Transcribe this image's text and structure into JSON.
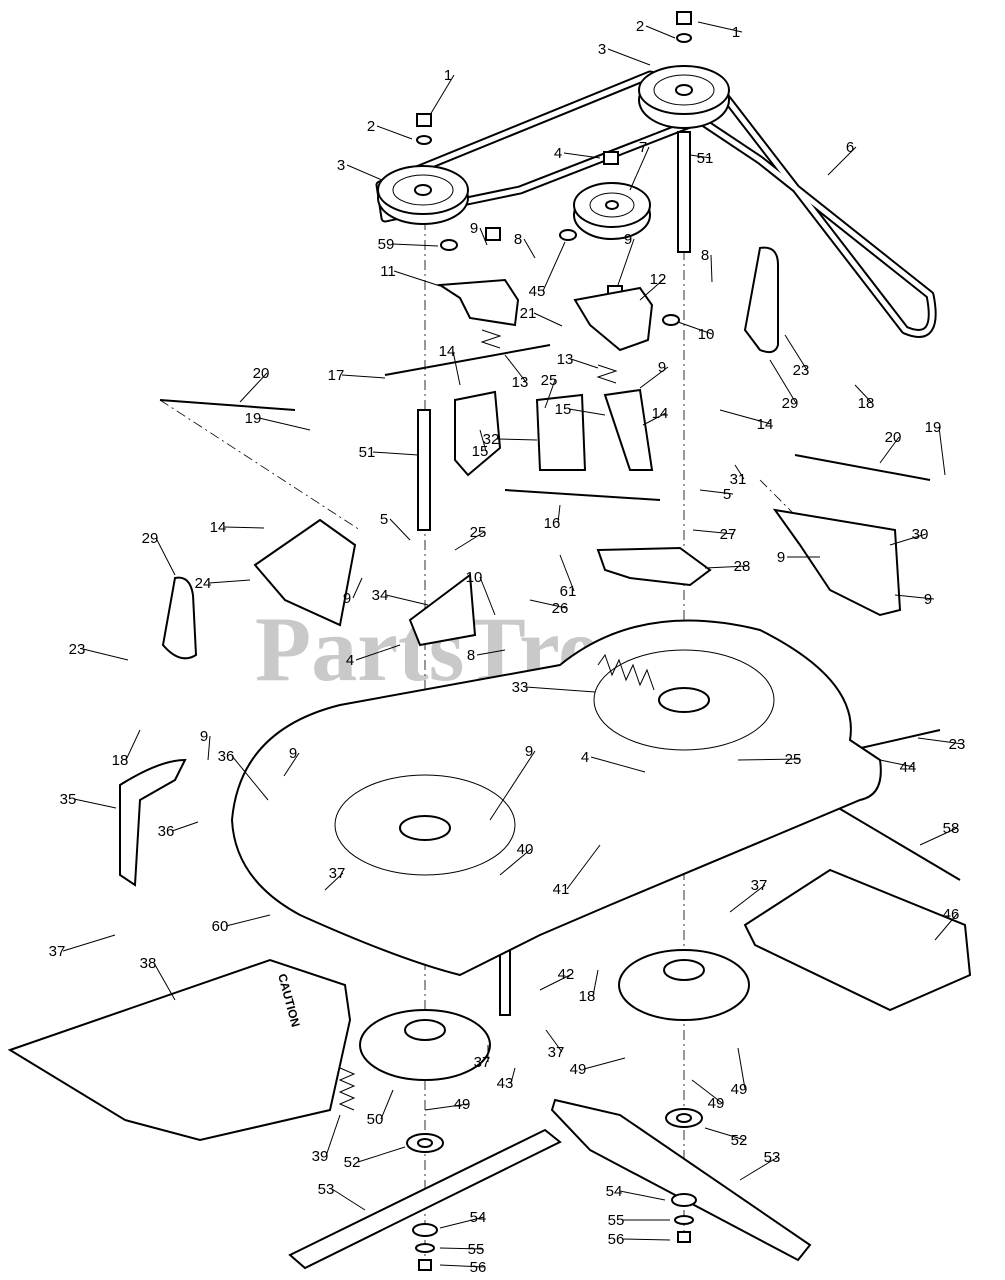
{
  "watermark": "PartsTree",
  "caution_text": "CAUTION",
  "callouts": [
    {
      "id": "c1a",
      "text": "1"
    },
    {
      "id": "c2a",
      "text": "2"
    },
    {
      "id": "c3a",
      "text": "3"
    },
    {
      "id": "c1b",
      "text": "1"
    },
    {
      "id": "c2b",
      "text": "2"
    },
    {
      "id": "c3b",
      "text": "3"
    },
    {
      "id": "c4a",
      "text": "4"
    },
    {
      "id": "c7",
      "text": "7"
    },
    {
      "id": "c51a",
      "text": "51"
    },
    {
      "id": "c6",
      "text": "6"
    },
    {
      "id": "c59",
      "text": "59"
    },
    {
      "id": "c9a",
      "text": "9"
    },
    {
      "id": "c8a",
      "text": "8"
    },
    {
      "id": "c11",
      "text": "11"
    },
    {
      "id": "c45",
      "text": "45"
    },
    {
      "id": "c9b",
      "text": "9"
    },
    {
      "id": "c12",
      "text": "12"
    },
    {
      "id": "c8b",
      "text": "8"
    },
    {
      "id": "c21",
      "text": "21"
    },
    {
      "id": "c10a",
      "text": "10"
    },
    {
      "id": "c23a",
      "text": "23"
    },
    {
      "id": "c18a",
      "text": "18"
    },
    {
      "id": "c20a",
      "text": "20"
    },
    {
      "id": "c17",
      "text": "17"
    },
    {
      "id": "c13a",
      "text": "13"
    },
    {
      "id": "c14a",
      "text": "14"
    },
    {
      "id": "c13b",
      "text": "13"
    },
    {
      "id": "c9c",
      "text": "9"
    },
    {
      "id": "c29a",
      "text": "29"
    },
    {
      "id": "c25a",
      "text": "25"
    },
    {
      "id": "c19a",
      "text": "19"
    },
    {
      "id": "c15a",
      "text": "15"
    },
    {
      "id": "c15b",
      "text": "15"
    },
    {
      "id": "c14b",
      "text": "14"
    },
    {
      "id": "c14c",
      "text": "14"
    },
    {
      "id": "c51b",
      "text": "51"
    },
    {
      "id": "c32",
      "text": "32"
    },
    {
      "id": "c20b",
      "text": "20"
    },
    {
      "id": "c19b",
      "text": "19"
    },
    {
      "id": "c31",
      "text": "31"
    },
    {
      "id": "c5a",
      "text": "5"
    },
    {
      "id": "c16",
      "text": "16"
    },
    {
      "id": "c27",
      "text": "27"
    },
    {
      "id": "c14d",
      "text": "14"
    },
    {
      "id": "c29b",
      "text": "29"
    },
    {
      "id": "c5b",
      "text": "5"
    },
    {
      "id": "c25b",
      "text": "25"
    },
    {
      "id": "c24",
      "text": "24"
    },
    {
      "id": "c30",
      "text": "30"
    },
    {
      "id": "c9d",
      "text": "9"
    },
    {
      "id": "c28",
      "text": "28"
    },
    {
      "id": "c61",
      "text": "61"
    },
    {
      "id": "c9e",
      "text": "9"
    },
    {
      "id": "c34",
      "text": "34"
    },
    {
      "id": "c10b",
      "text": "10"
    },
    {
      "id": "c26",
      "text": "26"
    },
    {
      "id": "c9f",
      "text": "9"
    },
    {
      "id": "c23b",
      "text": "23"
    },
    {
      "id": "c4b",
      "text": "4"
    },
    {
      "id": "c8c",
      "text": "8"
    },
    {
      "id": "c33",
      "text": "33"
    },
    {
      "id": "c18b",
      "text": "18"
    },
    {
      "id": "c9g",
      "text": "9"
    },
    {
      "id": "c9h",
      "text": "9"
    },
    {
      "id": "c36a",
      "text": "36"
    },
    {
      "id": "c9i",
      "text": "9"
    },
    {
      "id": "c4c",
      "text": "4"
    },
    {
      "id": "c25c",
      "text": "25"
    },
    {
      "id": "c23c",
      "text": "23"
    },
    {
      "id": "c44",
      "text": "44"
    },
    {
      "id": "c35",
      "text": "35"
    },
    {
      "id": "c36b",
      "text": "36"
    },
    {
      "id": "c58",
      "text": "58"
    },
    {
      "id": "c40",
      "text": "40"
    },
    {
      "id": "c41",
      "text": "41"
    },
    {
      "id": "c37a",
      "text": "37"
    },
    {
      "id": "c37b",
      "text": "37"
    },
    {
      "id": "c60",
      "text": "60"
    },
    {
      "id": "c46",
      "text": "46"
    },
    {
      "id": "c37c",
      "text": "37"
    },
    {
      "id": "c38",
      "text": "38"
    },
    {
      "id": "c42",
      "text": "42"
    },
    {
      "id": "c18c",
      "text": "18"
    },
    {
      "id": "c37d",
      "text": "37"
    },
    {
      "id": "c37e",
      "text": "37"
    },
    {
      "id": "c43",
      "text": "43"
    },
    {
      "id": "c49a",
      "text": "49"
    },
    {
      "id": "c49b",
      "text": "49"
    },
    {
      "id": "c50",
      "text": "50"
    },
    {
      "id": "c49c",
      "text": "49"
    },
    {
      "id": "c49d",
      "text": "49"
    },
    {
      "id": "c39",
      "text": "39"
    },
    {
      "id": "c52a",
      "text": "52"
    },
    {
      "id": "c52b",
      "text": "52"
    },
    {
      "id": "c53a",
      "text": "53"
    },
    {
      "id": "c53b",
      "text": "53"
    },
    {
      "id": "c54a",
      "text": "54"
    },
    {
      "id": "c54b",
      "text": "54"
    },
    {
      "id": "c55a",
      "text": "55"
    },
    {
      "id": "c55b",
      "text": "55"
    },
    {
      "id": "c56a",
      "text": "56"
    },
    {
      "id": "c56b",
      "text": "56"
    }
  ]
}
